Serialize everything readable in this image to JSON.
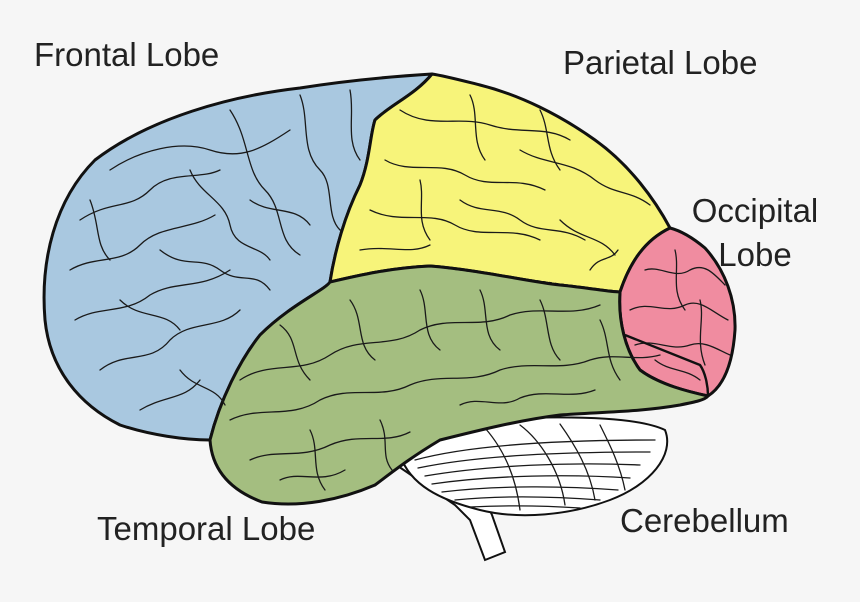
{
  "labels": {
    "frontal": "Frontal Lobe",
    "parietal": "Parietal Lobe",
    "occipital_line1": "Occipital",
    "occipital_line2": "Lobe",
    "temporal": "Temporal Lobe",
    "cerebellum": "Cerebellum"
  },
  "colors": {
    "background": "#f6f6f6",
    "frontal": "#a9c8e0",
    "parietal": "#f7f47a",
    "occipital": "#f08ca0",
    "temporal": "#a4be80",
    "cerebellum": "#ffffff",
    "outline": "#111111",
    "text": "#222222"
  }
}
